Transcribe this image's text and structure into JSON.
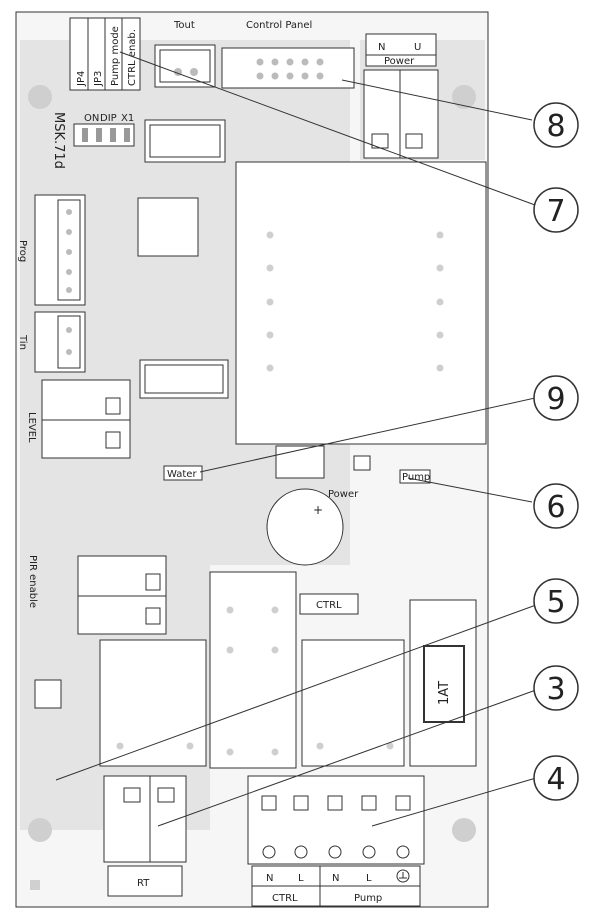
{
  "labels": {
    "tout": "Tout",
    "control_panel": "Control Panel",
    "power_n": "N",
    "power_u": "U",
    "power": "Power",
    "jp4": "JP4",
    "jp3": "JP3",
    "pump_mode": "Pump mode",
    "ctrl_enable": "CTRL enab.",
    "dip_on": "ON",
    "dip_dip": "DIP",
    "dip_x1": "X1",
    "board_id": "MSK.71d",
    "prog": "Prog",
    "tin": "Tin",
    "level": "LEVEL",
    "water": "Water",
    "power_led": "Power",
    "pump_led": "Pump",
    "ctrl": "CTRL",
    "pir_enable": "PIR enable",
    "fuse": "1AT",
    "rt": "RT",
    "term_n1": "N",
    "term_l1": "L",
    "term_n2": "N",
    "term_l2": "L",
    "ctrl_group": "CTRL",
    "pump_group": "Pump"
  },
  "callouts": [
    "8",
    "7",
    "9",
    "6",
    "5",
    "3",
    "4"
  ],
  "colors": {
    "board_bg": "#ebebeb",
    "board_outline": "#333333",
    "component": "#ffffff",
    "pad": "#c9c9c9"
  }
}
